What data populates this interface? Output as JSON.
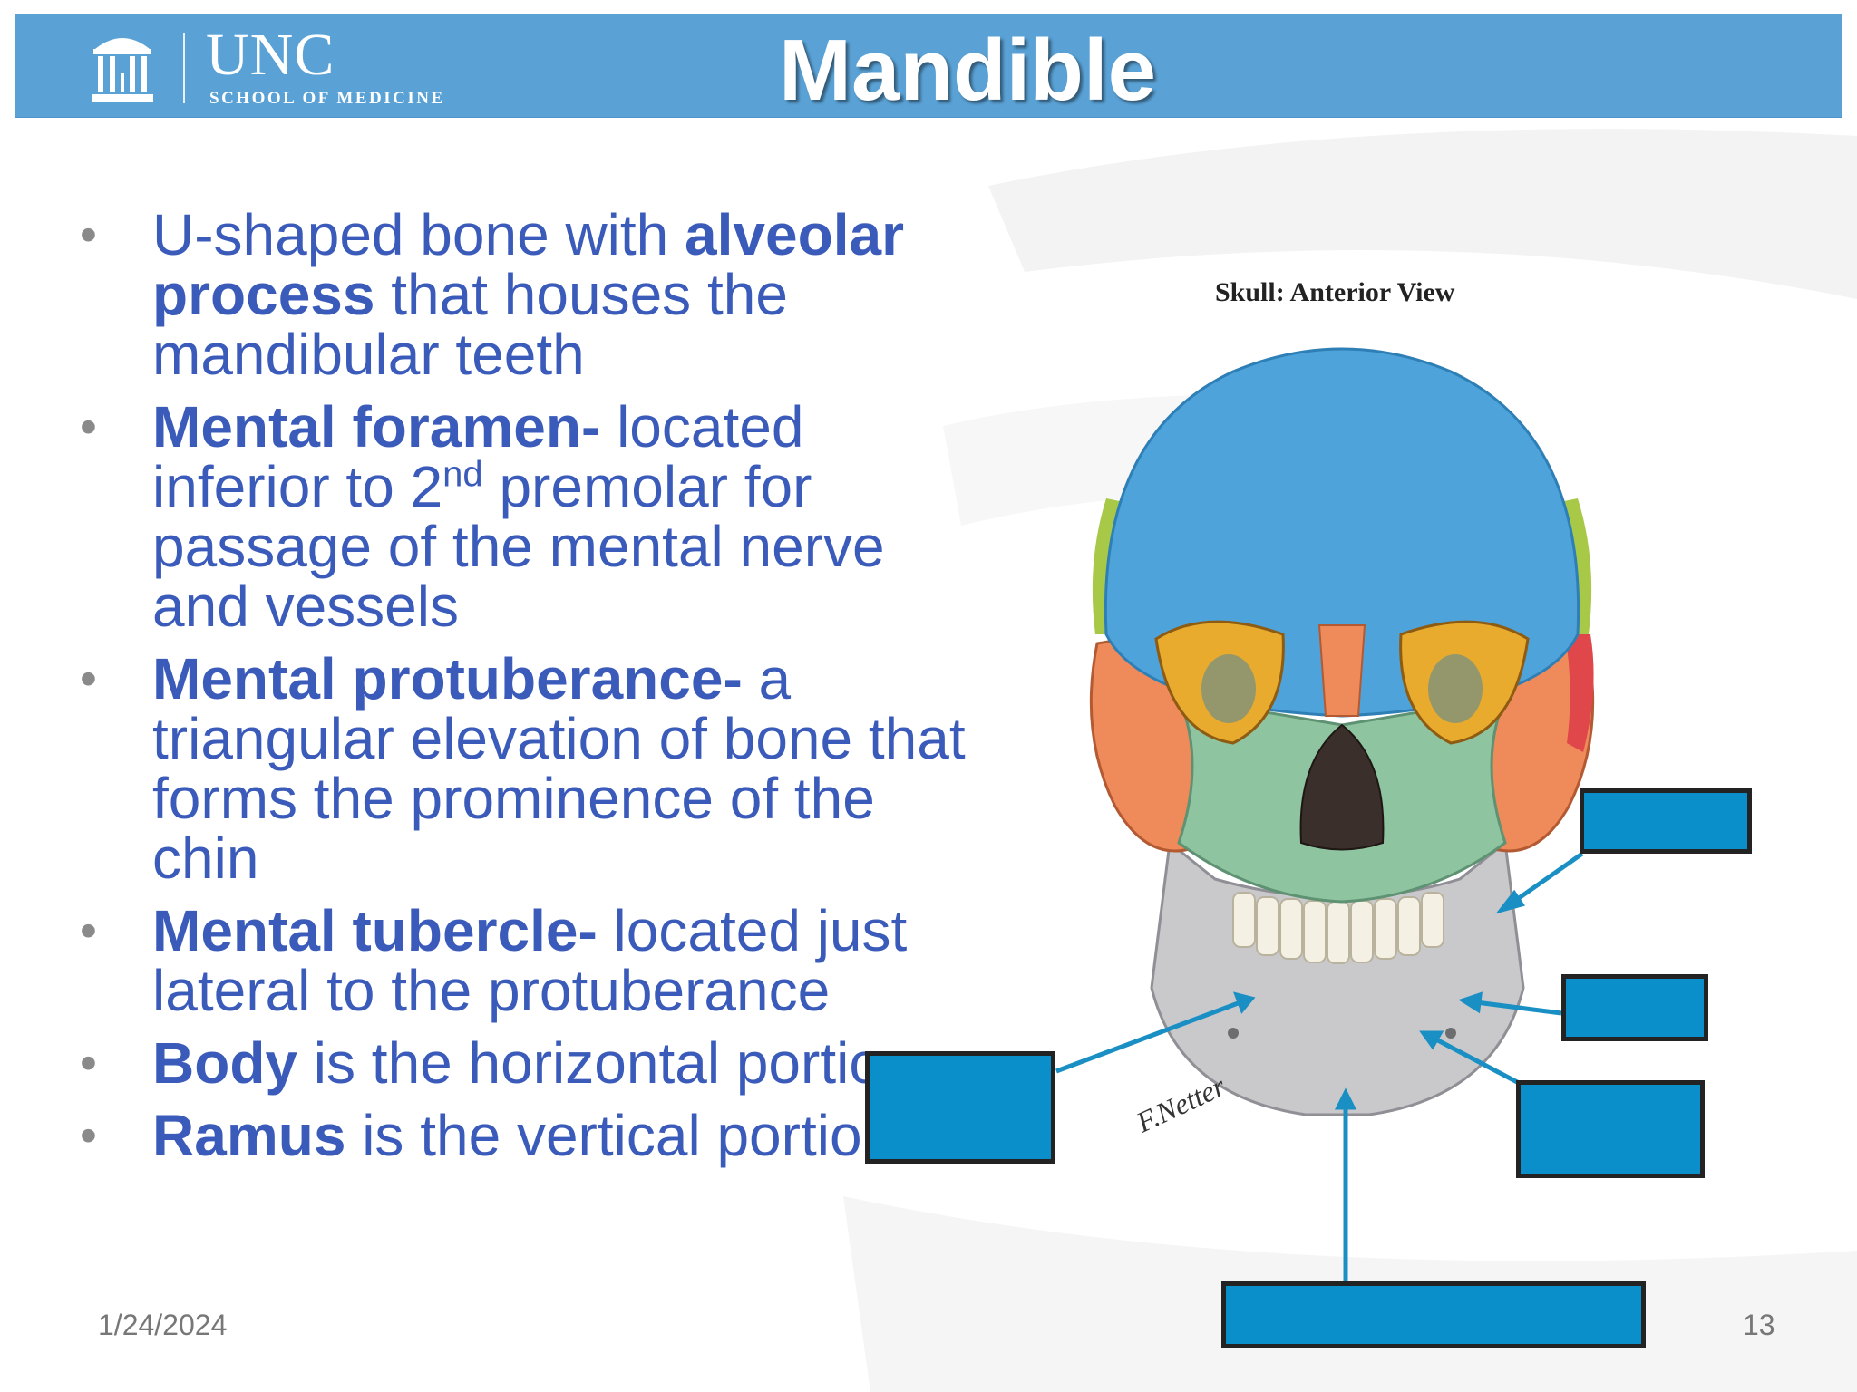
{
  "header": {
    "logo_name": "UNC",
    "logo_subtitle": "SCHOOL OF MEDICINE",
    "title": "Mandible"
  },
  "bullets": [
    {
      "parts": [
        {
          "t": "U-shaped bone with "
        },
        {
          "t": "alveolar process",
          "b": true
        },
        {
          "t": " that houses the mandibular teeth"
        }
      ]
    },
    {
      "parts": [
        {
          "t": "Mental foramen-",
          "b": true
        },
        {
          "t": " located inferior to 2"
        },
        {
          "t": "nd",
          "sup": true
        },
        {
          "t": " premolar for passage of the mental nerve and vessels"
        }
      ]
    },
    {
      "parts": [
        {
          "t": "Mental protuberance-",
          "b": true
        },
        {
          "t": " a triangular elevation of bone that forms the prominence of the chin"
        }
      ]
    },
    {
      "parts": [
        {
          "t": "Mental tubercle-",
          "b": true
        },
        {
          "t": " located just lateral to the protuberance"
        }
      ]
    },
    {
      "parts": [
        {
          "t": "Body",
          "b": true
        },
        {
          "t": " is the horizontal portion"
        }
      ]
    },
    {
      "parts": [
        {
          "t": "Ramus",
          "b": true
        },
        {
          "t": " is the vertical portion"
        }
      ]
    }
  ],
  "figure": {
    "caption": "Skull: Anterior View",
    "label_color": "#0a8fcb",
    "arrow_color": "#1a8fc4"
  },
  "footer": {
    "date": "1/24/2024",
    "page": "13"
  },
  "colors": {
    "header_bg": "#5aa2d6",
    "bullet_text": "#3b5bbb",
    "frontal_bone": "#4fa3db",
    "maxilla": "#8fc4a0",
    "zygomatic": "#ef8a5a",
    "mandible": "#c9c9cc"
  }
}
